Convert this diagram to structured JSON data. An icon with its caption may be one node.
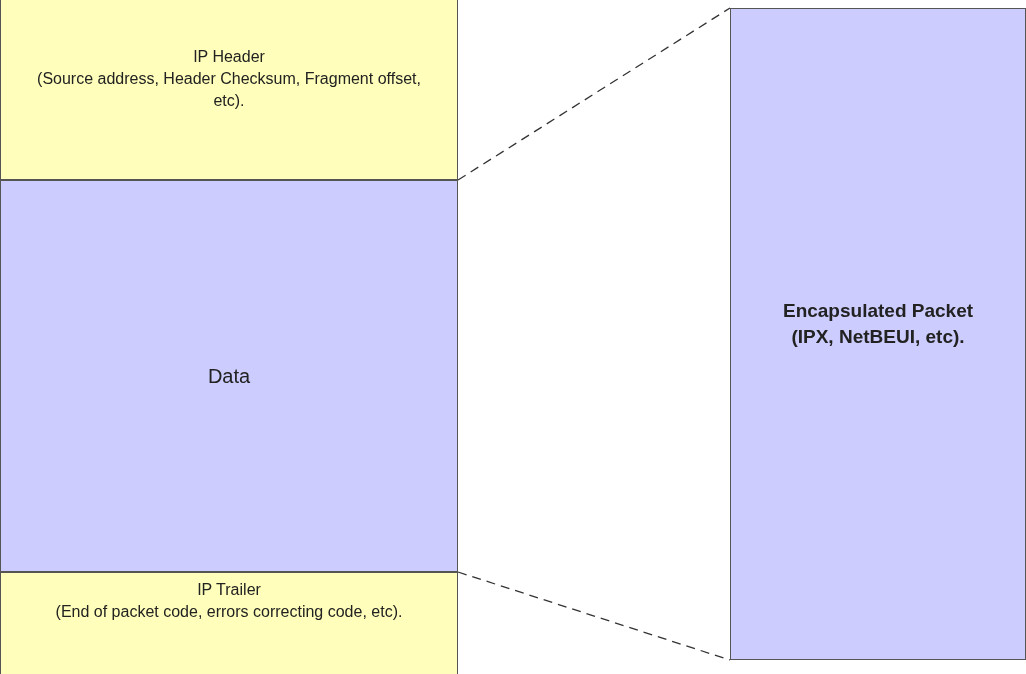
{
  "diagram": {
    "nodes": [
      {
        "text": [
          "IP Header",
          "(Source address, Header Checksum, Fragment offset, etc)."
        ]
      },
      {
        "text": [
          "Data"
        ]
      },
      {
        "text": [
          "IP Trailer",
          "(End of packet code, errors correcting code, etc)."
        ]
      },
      {
        "text": [
          "Encapsulated Packet (IPX, NetBEUI, etc)."
        ]
      }
    ],
    "edges": [
      {
        "from": 1,
        "to": 3,
        "arrow": "none",
        "style": "dashed"
      },
      {
        "from": 1,
        "to": 3,
        "arrow": "none",
        "style": "dashed"
      }
    ]
  }
}
